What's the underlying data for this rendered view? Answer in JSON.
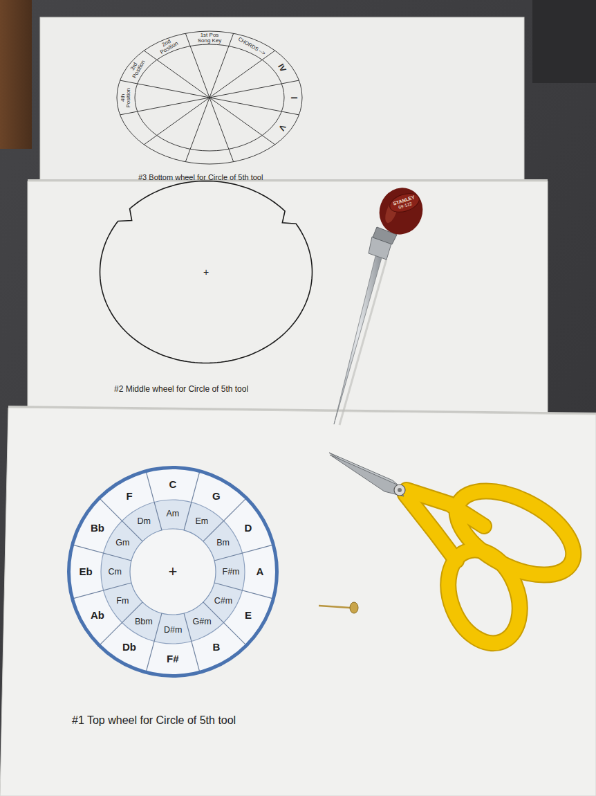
{
  "diagram": {
    "nodes": [
      {
        "text": [
          "#3 Bottom wheel for Circle of 5th tool"
        ]
      },
      {
        "text": [
          "4th Position"
        ],
        "in": 0
      },
      {
        "text": [
          "3rd Position"
        ],
        "in": 0
      },
      {
        "text": [
          "2nd Position"
        ],
        "in": 0
      },
      {
        "text": [
          "1st Pos Song Key"
        ],
        "in": 0
      },
      {
        "text": [
          "CHORDS -->"
        ],
        "in": 0
      },
      {
        "text": [
          "IV"
        ],
        "in": 0
      },
      {
        "text": [
          "I"
        ],
        "in": 0
      },
      {
        "text": [
          "V"
        ],
        "in": 0
      },
      {
        "text": [
          "#2 Middle wheel for Circle of 5th tool"
        ]
      },
      {
        "text": [
          "+"
        ],
        "in": 9
      },
      {
        "text": [
          "#1 Top wheel for Circle of 5th tool"
        ]
      },
      {
        "text": [
          "+"
        ],
        "in": 11
      },
      {
        "text": [
          "C"
        ],
        "in": 12
      },
      {
        "text": [
          "G"
        ],
        "in": 12
      },
      {
        "text": [
          "D"
        ],
        "in": 12
      },
      {
        "text": [
          "A"
        ],
        "in": 12
      },
      {
        "text": [
          "E"
        ],
        "in": 12
      },
      {
        "text": [
          "B"
        ],
        "in": 12
      },
      {
        "text": [
          "F#"
        ],
        "in": 12
      },
      {
        "text": [
          "Db"
        ],
        "in": 12
      },
      {
        "text": [
          "Ab"
        ],
        "in": 12
      },
      {
        "text": [
          "Eb"
        ],
        "in": 12
      },
      {
        "text": [
          "Bb"
        ],
        "in": 12
      },
      {
        "text": [
          "F"
        ],
        "in": 12
      },
      {
        "text": [
          "Am"
        ],
        "in": 12
      },
      {
        "text": [
          "Em"
        ],
        "in": 12
      },
      {
        "text": [
          "Bm"
        ],
        "in": 12
      },
      {
        "text": [
          "F#m"
        ],
        "in": 12
      },
      {
        "text": [
          "C#m"
        ],
        "in": 12
      },
      {
        "text": [
          "G#m"
        ],
        "in": 12
      },
      {
        "text": [
          "D#m"
        ],
        "in": 12
      },
      {
        "text": [
          "Bbm"
        ],
        "in": 12
      },
      {
        "text": [
          "Fm"
        ],
        "in": 12
      },
      {
        "text": [
          "Cm"
        ],
        "in": 12
      },
      {
        "text": [
          "Gm"
        ],
        "in": 12
      },
      {
        "text": [
          "Dm"
        ],
        "in": 12
      }
    ],
    "labels": [
      "STANLEY",
      "69-122"
    ]
  }
}
